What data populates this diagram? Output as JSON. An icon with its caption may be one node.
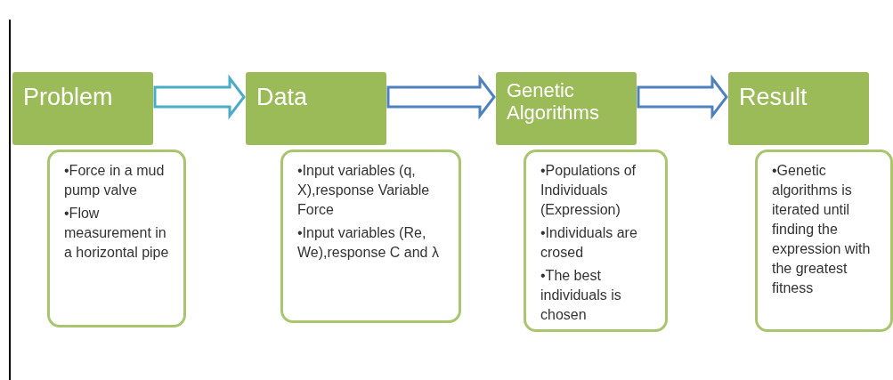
{
  "diagram": {
    "nodes": [
      {
        "text": [
          "Problem"
        ]
      },
      {
        "text": [
          "•Force in a mud pump valve",
          "•Flow measurement in a horizontal pipe"
        ]
      },
      {
        "text": [
          "Data"
        ]
      },
      {
        "text": [
          "•Input variables (q, X),response Variable Force",
          "•Input variables (Re, We),response C and λ"
        ]
      },
      {
        "text": [
          "Genetic Algorithms"
        ]
      },
      {
        "text": [
          "•Populations of Individuals (Expression)",
          "•Individuals are crosed",
          "•The best individuals is chosen"
        ]
      },
      {
        "text": [
          "Result"
        ]
      },
      {
        "text": [
          "•Genetic algorithms is iterated until finding the expression with the greatest fitness"
        ]
      }
    ],
    "edges": [
      {
        "from": 0,
        "to": 2,
        "arrow": "to",
        "color": "#4bacc6"
      },
      {
        "from": 2,
        "to": 4,
        "arrow": "to"
      },
      {
        "from": 4,
        "to": 6,
        "arrow": "to"
      }
    ]
  }
}
